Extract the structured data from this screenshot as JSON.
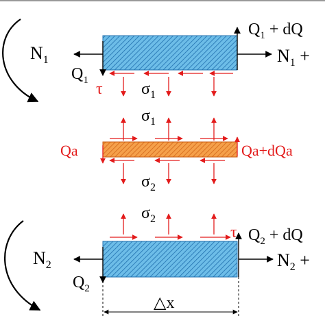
{
  "colors": {
    "hatch_fill": "#3fa9e0",
    "hatch_stroke": "#1f6fae",
    "adhesive_fill": "#f08a2a",
    "adhesive_stroke": "#c85b10",
    "force_red": "#e31b1b",
    "black": "#000000"
  },
  "top_beam": {
    "n_left": "N",
    "n_left_sub": "1",
    "q_left": "Q",
    "q_left_sub": "1",
    "q_right": "Q",
    "q_right_sub": "1",
    "q_right_suffix": " + dQ",
    "n_right": "N",
    "n_right_sub": "1",
    "n_right_suffix": " +",
    "tau": "τ",
    "sigma": "σ",
    "sigma_sub": "1"
  },
  "adhesive": {
    "sigma_top": "σ",
    "sigma_top_sub": "1",
    "qa_left": "Qa",
    "qa_right": "Qa+dQa",
    "sigma_bottom": "σ",
    "sigma_bottom_sub": "2"
  },
  "bottom_beam": {
    "sigma": "σ",
    "sigma_sub": "2",
    "tau": "τ",
    "n_left": "N",
    "n_left_sub": "2",
    "q_left": "Q",
    "q_left_sub": "2",
    "q_right": "Q",
    "q_right_sub": "2",
    "q_right_suffix": " + dQ",
    "n_right": "N",
    "n_right_sub": "2",
    "n_right_suffix": " +",
    "dx_label": "△x"
  }
}
